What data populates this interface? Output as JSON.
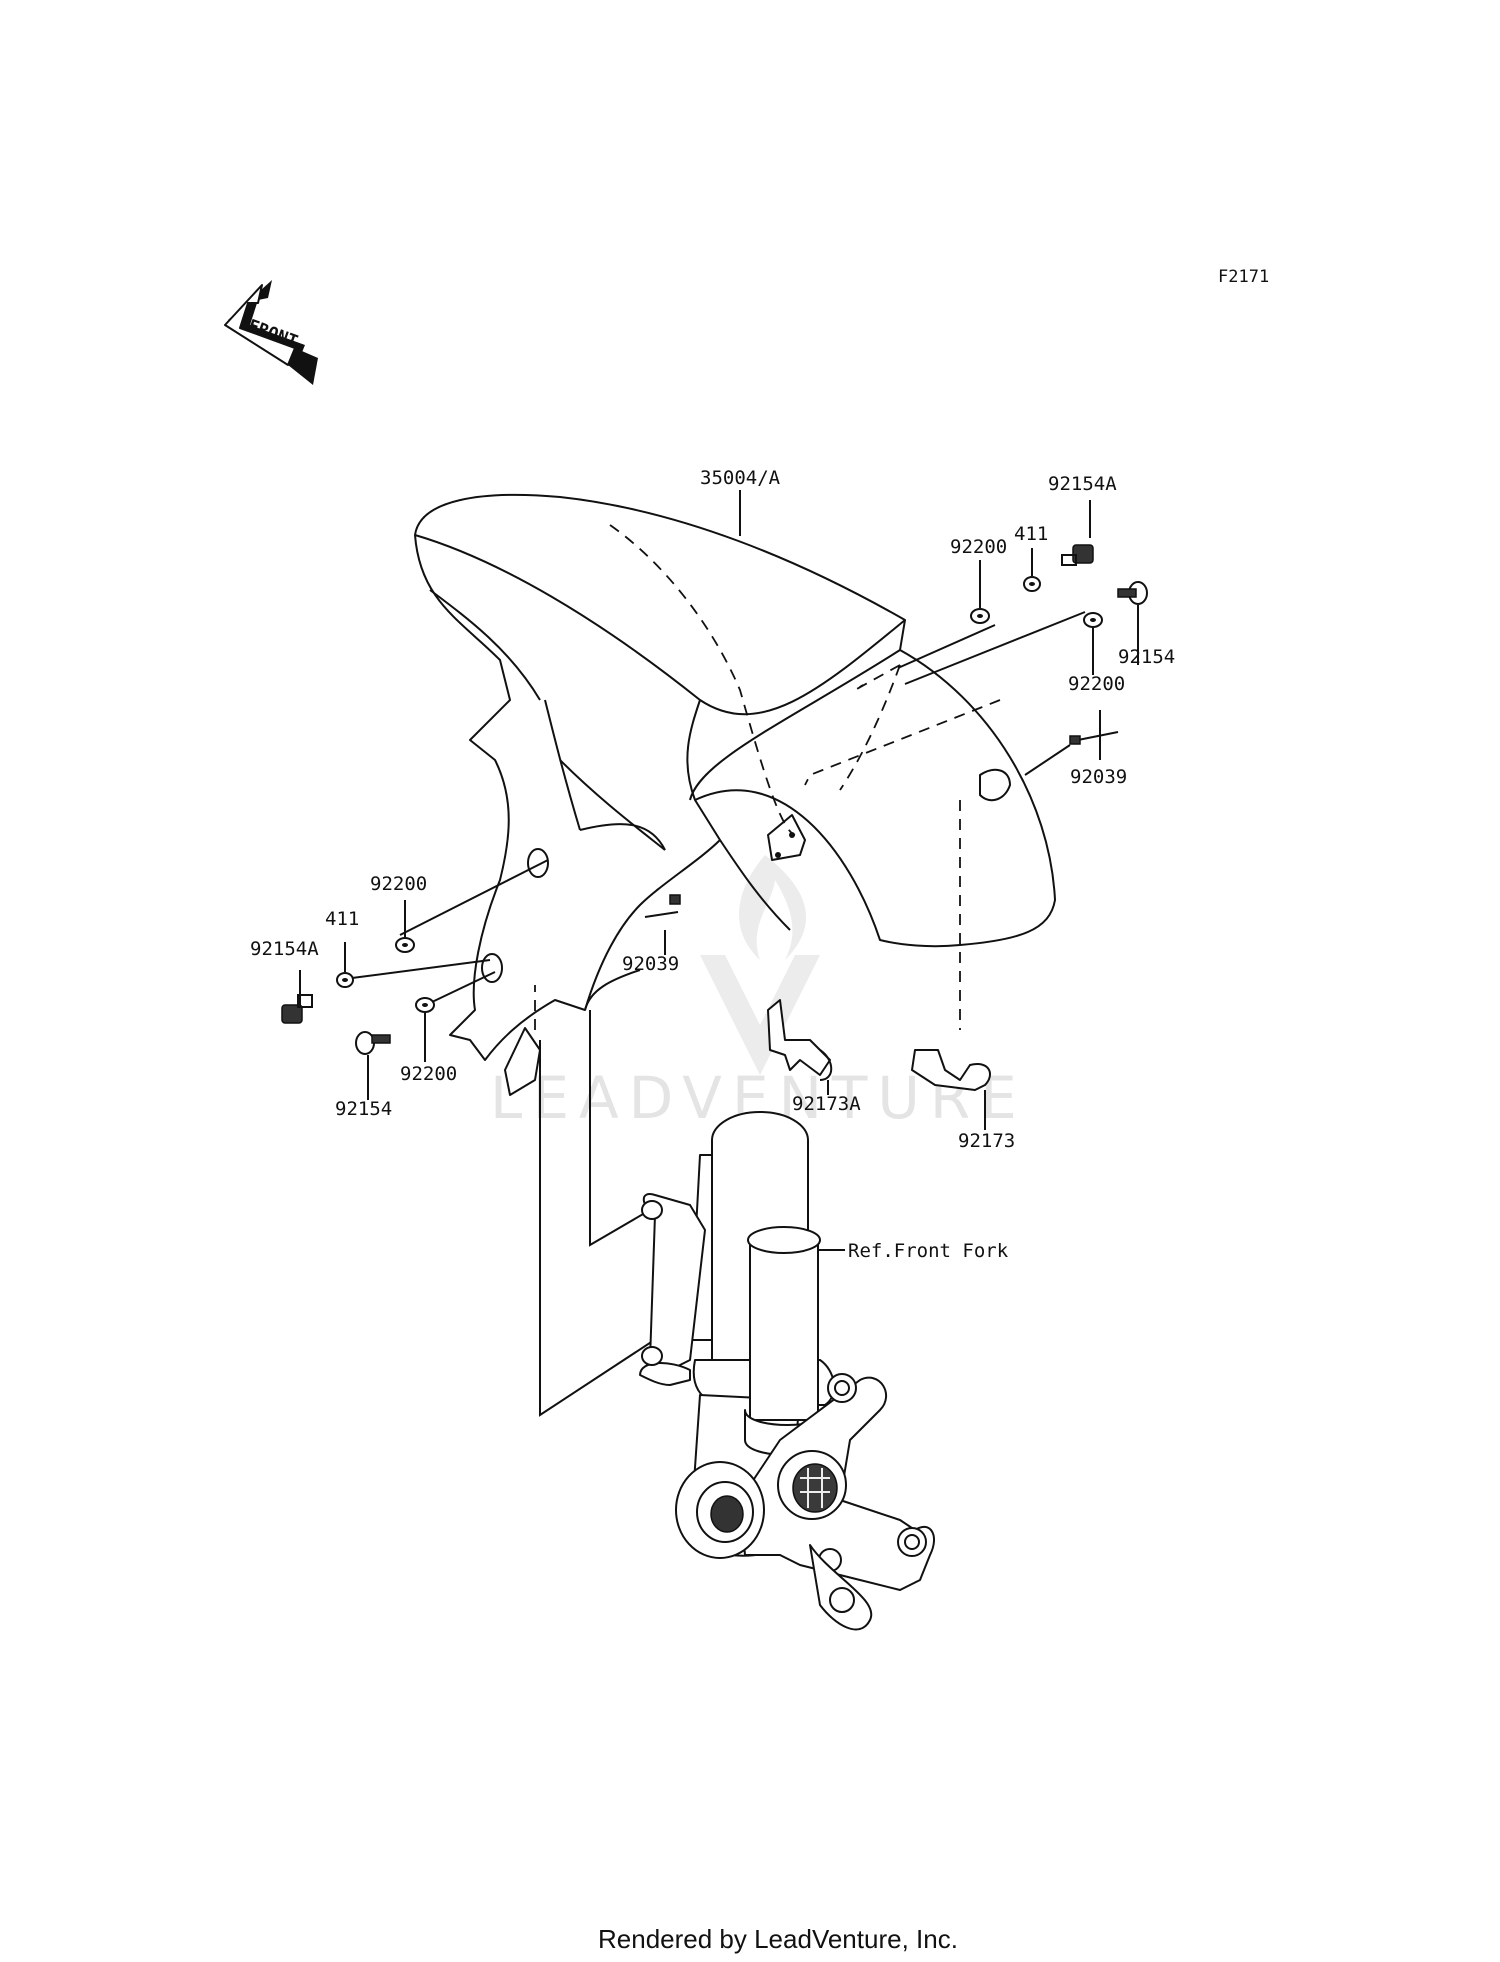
{
  "figure_id": "F2171",
  "direction_label": "FRONT",
  "watermark_text": "LEADVENTURE",
  "footer_text": "Rendered by LeadVenture, Inc.",
  "callouts": [
    {
      "id": "c1",
      "part": "35004/A"
    },
    {
      "id": "c2",
      "part": "92154A"
    },
    {
      "id": "c3",
      "part": "411"
    },
    {
      "id": "c4",
      "part": "92200"
    },
    {
      "id": "c5",
      "part": "92154"
    },
    {
      "id": "c6",
      "part": "92200"
    },
    {
      "id": "c7",
      "part": "92039"
    },
    {
      "id": "c8",
      "part": "92200"
    },
    {
      "id": "c9",
      "part": "411"
    },
    {
      "id": "c10",
      "part": "92154A"
    },
    {
      "id": "c11",
      "part": "92154"
    },
    {
      "id": "c12",
      "part": "92200"
    },
    {
      "id": "c13",
      "part": "92039"
    },
    {
      "id": "c14",
      "part": "92173A"
    },
    {
      "id": "c15",
      "part": "92173"
    },
    {
      "id": "c16",
      "part": "Ref.Front Fork"
    }
  ]
}
